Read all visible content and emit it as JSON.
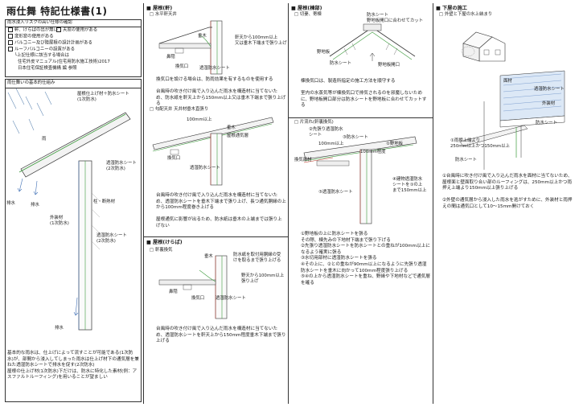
{
  "page_title": "雨仕舞 特記仕様書(1)",
  "col1": {
    "check_heading": "雨水浸入リスクの高い仕様の確認",
    "checks": [
      "軒、けらばの出が無い",
      "天窓の使用がある",
      "変形窓の使用がある",
      "バルコニー及び陸屋根の設計計画がある",
      "ルーフバルコニーの設置がある"
    ],
    "note_lines": [
      "└上記仕様に該当する場合は",
      "住宅外皮マニュアル(住宅用防水施工技術)2017",
      "日本住宅保証検査機構 編   参照"
    ],
    "basic_heading": "雨仕舞いの基本的仕組み",
    "diagram_labels": {
      "roof": "屋根仕上げ材＋防水シート\n(1次防水)",
      "rain": "雨",
      "drain1": "排水",
      "drain2": "排水",
      "drain3": "排水",
      "exterior": "外装材\n(1次防水)",
      "moisture_sheet": "透湿防水シート\n(2次防水)",
      "column": "柱・断熱材",
      "moisture_sheet2": "透湿防水シート\n(2次防水)"
    },
    "bottom_text": "基本的な雨水は、仕上げによって流すことが可能である(1次防水)が、部間から浸入してしまった雨水は仕上げ材下の通気層を兼ねた透湿防水シートで排水を促す(2次防水)\n屋根の仕上げ材(1次防水)下だけは、防水に特化した素材(例：アスファルトルーフィング)を用いることが望ましい"
  },
  "col2": {
    "header": "屋根(軒)",
    "sub1": "水平軒天井",
    "sub1_labels": [
      "垂木",
      "軒天から100mm以上\n又は垂木下端まで張り上げ",
      "鼻隠",
      "換気口",
      "透湿防水シート"
    ],
    "sub1_text": "換気口を設ける場合は、防雨効果を有するものを使用する\n\n台風時の吹き付け風で入り込んだ雨水を構造材に当てないため、防水紙を軒天上から150mm以上又は垂木下端まで張り上げる",
    "sub2": "勾配天井 天井材垂木直張り",
    "sub2_labels": [
      "100mm以上",
      "垂木",
      "屋根通気層",
      "換気口",
      "透湿防水シート"
    ],
    "sub2_text": "台風時の吹き付け風で入り込んだ雨水を構造材に当てないため、透湿防水シートを垂木下端まで張り上げ、長つ通気胴縁の上から100mm程度巻き上げる\n\n屋根通気に影響が出るため、防水紙は垂木の上端までは張り上げない",
    "header2": "屋根(けらば)",
    "sub3": "軒裏換気",
    "sub3_labels": [
      "垂木",
      "防水紙を取付用胴縁の受けを取るまで張り上げる",
      "野天から100mm以上\n張り上げ",
      "鼻隠",
      "換気口",
      "透湿防水シート"
    ],
    "sub3_text": "台風時の吹き付け風で入り込んだ雨水を構造材に当てないため、透湿防水シートを軒天上から150mm程度垂木下端まで張り上げる"
  },
  "col3": {
    "header": "屋根(棟部)",
    "sub1": "切妻、寄棟",
    "sub1_labels": [
      "防水シート\n野地板開口に合わせてカット",
      "野地板",
      "防水シート",
      "野地板開口"
    ],
    "sub1_text": "棟換気口は、製造所指定の施工方法を順守する\n\n室内の水蒸気等が棟換気口で排気されるのを邪魔しないために、野地板開口部分は防水シートを野地板に合わせてカットする",
    "sub2": "片流れ(軒裏換気)",
    "sub2_labels": [
      "②先張り透湿防水\nシート",
      "③防水シート",
      "100mm以上",
      "①野地板",
      "100mm程度",
      "換気部材",
      "④建物透湿防水\nシートを①の上\nまで150mm以上",
      "⑤透湿防水シート"
    ],
    "sub2_text": "①野地板の上に防水シートを張る\nその際、棟先みの下地材下端まで張り下げる\n②先張り透湿防水シートを防水シートとの重ねが100mm以上になるよう確実に張る\n③水切用部材に透湿防水シートを張る\n④その上に、②との重ねが90mm以上になるように先張り透湿防水シートを垂木に向かって100mm程度張り上げる\n⑤④の上から透湿防水シートを重ね、野縁や下地材などで通気層を確る"
  },
  "col4": {
    "header": "下屋の施工",
    "sub1": "外壁と下屋の水上納まり",
    "sub1_labels": [
      "面材",
      "透湿防水シート",
      "外装材",
      "防水シート",
      "①雨押上端より\n250mm以上かつ150mm以上",
      "防水シート"
    ],
    "sub1_text": "①台風時に吹き付け風で入り込んだ雨水を面材に当てないため、屋根面と壁面取り合い部のルーフィングは、250mm以上かつ雨押え上端より150mm以上張り上げる\n\n②外壁の通気層から浸入した雨水を逃がすために、外装材と雨押えの間は通気口として10〜15mm開けておく"
  },
  "colors": {
    "sheet_green": "#3c9a3c",
    "sheet_red": "#c0392b",
    "sheet_blue": "#3f6fb5",
    "line": "#333333"
  }
}
